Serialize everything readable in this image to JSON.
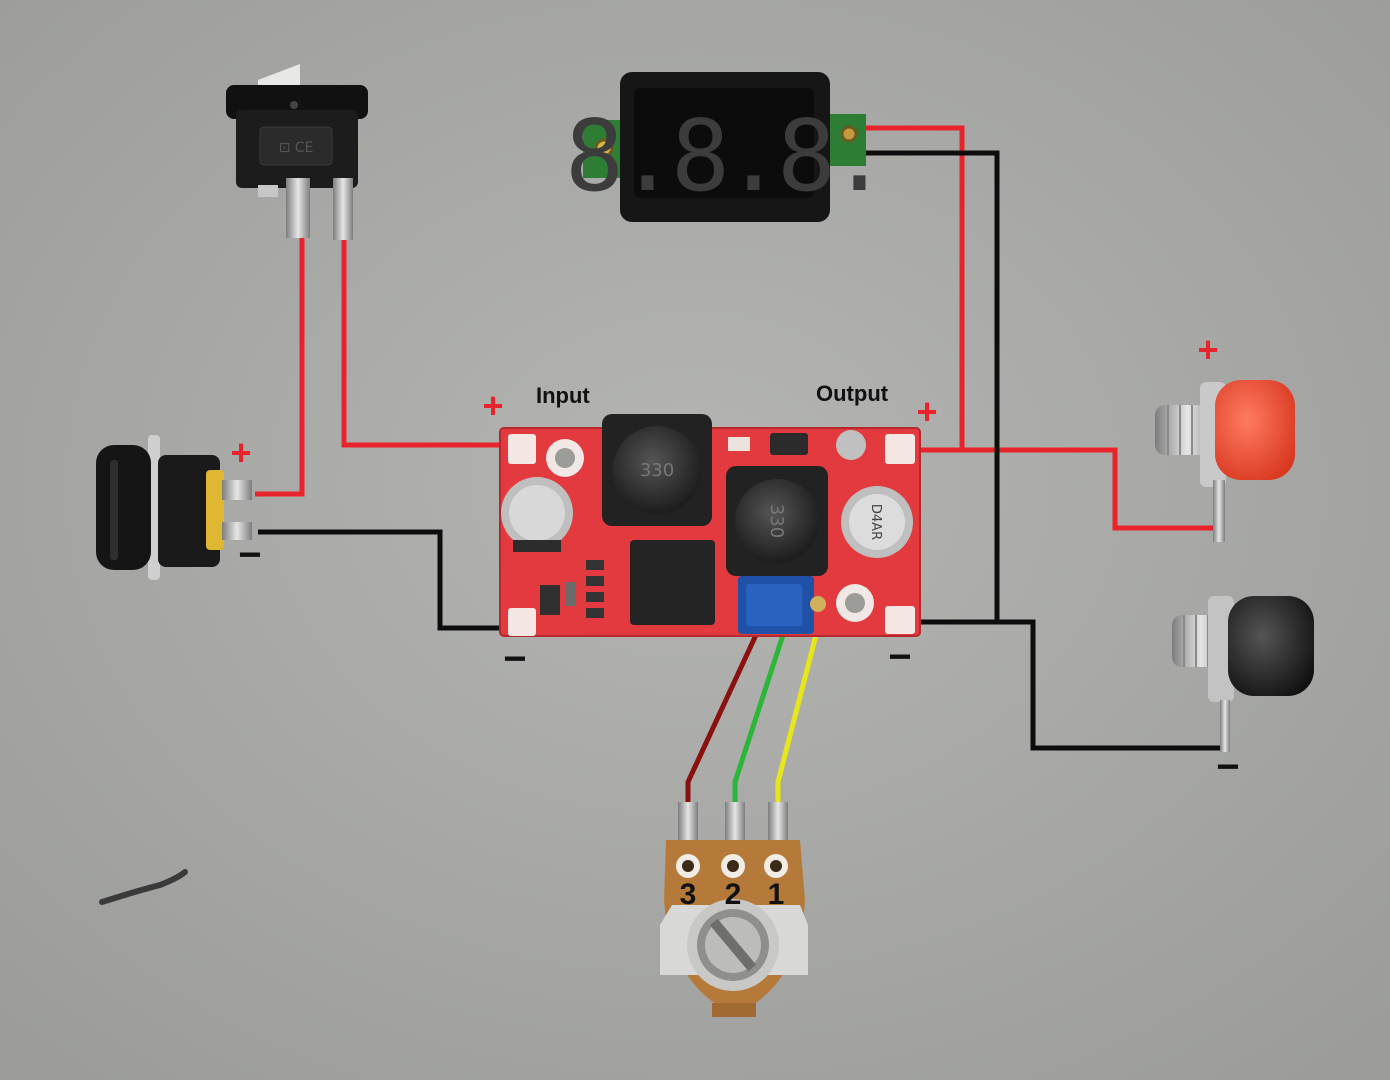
{
  "labels": {
    "input": "Input",
    "output": "Output",
    "plus": "+",
    "minus": "−"
  },
  "display": {
    "digits": "8.8.8."
  },
  "potentiometer": {
    "pin3": "3",
    "pin2": "2",
    "pin1": "1"
  },
  "colors": {
    "positive_wire": "#e8232b",
    "negative_wire": "#0d0d0d",
    "pot_wire_3": "#8b1010",
    "pot_wire_2": "#2bb63a",
    "pot_wire_1": "#e6e61a",
    "pcb": "#e23a3e",
    "background": "#a9aaa7"
  },
  "icons": [
    "rocker-switch-icon",
    "dc-jack-icon",
    "voltmeter-icon",
    "buck-boost-module-icon",
    "banana-socket-red-icon",
    "banana-socket-black-icon",
    "potentiometer-icon"
  ]
}
